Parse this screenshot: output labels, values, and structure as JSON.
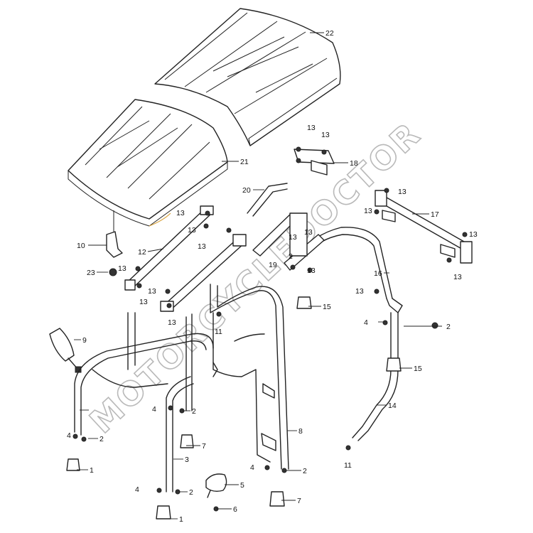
{
  "watermark": "MOTORCYCLEDOCTOR",
  "callouts": [
    {
      "id": "c22",
      "text": "22"
    },
    {
      "id": "c21",
      "text": "21"
    },
    {
      "id": "c20",
      "text": "20"
    },
    {
      "id": "c18",
      "text": "18"
    },
    {
      "id": "c17",
      "text": "17"
    },
    {
      "id": "c16",
      "text": "16"
    },
    {
      "id": "c15a",
      "text": "15"
    },
    {
      "id": "c15b",
      "text": "15"
    },
    {
      "id": "c14",
      "text": "14"
    },
    {
      "id": "c12",
      "text": "12"
    },
    {
      "id": "c10",
      "text": "10"
    },
    {
      "id": "c23",
      "text": "23"
    },
    {
      "id": "c19",
      "text": "19"
    },
    {
      "id": "c9",
      "text": "9"
    },
    {
      "id": "c8",
      "text": "8"
    },
    {
      "id": "c7a",
      "text": "7"
    },
    {
      "id": "c7b",
      "text": "7"
    },
    {
      "id": "c6",
      "text": "6"
    },
    {
      "id": "c5",
      "text": "5"
    },
    {
      "id": "c3",
      "text": "3"
    },
    {
      "id": "c1a",
      "text": "1"
    },
    {
      "id": "c1b",
      "text": "1"
    },
    {
      "id": "c11a",
      "text": "11"
    },
    {
      "id": "c11b",
      "text": "11"
    },
    {
      "id": "c2a",
      "text": "2"
    },
    {
      "id": "c2b",
      "text": "2"
    },
    {
      "id": "c2c",
      "text": "2"
    },
    {
      "id": "c2d",
      "text": "2"
    },
    {
      "id": "c2e",
      "text": "2"
    },
    {
      "id": "c2f",
      "text": "2"
    },
    {
      "id": "c4a",
      "text": "4"
    },
    {
      "id": "c4b",
      "text": "4"
    },
    {
      "id": "c4c",
      "text": "4"
    },
    {
      "id": "c4d",
      "text": "4"
    },
    {
      "id": "c4e",
      "text": "4"
    },
    {
      "id": "c13a",
      "text": "13"
    },
    {
      "id": "c13b",
      "text": "13"
    },
    {
      "id": "c13c",
      "text": "13"
    },
    {
      "id": "c13d",
      "text": "13"
    },
    {
      "id": "c13e",
      "text": "13"
    },
    {
      "id": "c13f",
      "text": "13"
    },
    {
      "id": "c13g",
      "text": "13"
    },
    {
      "id": "c13h",
      "text": "13"
    },
    {
      "id": "c13i",
      "text": "13"
    },
    {
      "id": "c13j",
      "text": "13"
    },
    {
      "id": "c13k",
      "text": "13"
    },
    {
      "id": "c13l",
      "text": "13"
    },
    {
      "id": "c13m",
      "text": "13"
    },
    {
      "id": "c13n",
      "text": "13"
    },
    {
      "id": "c13o",
      "text": "13"
    },
    {
      "id": "c13p",
      "text": "13"
    },
    {
      "id": "c13q",
      "text": "13"
    }
  ]
}
